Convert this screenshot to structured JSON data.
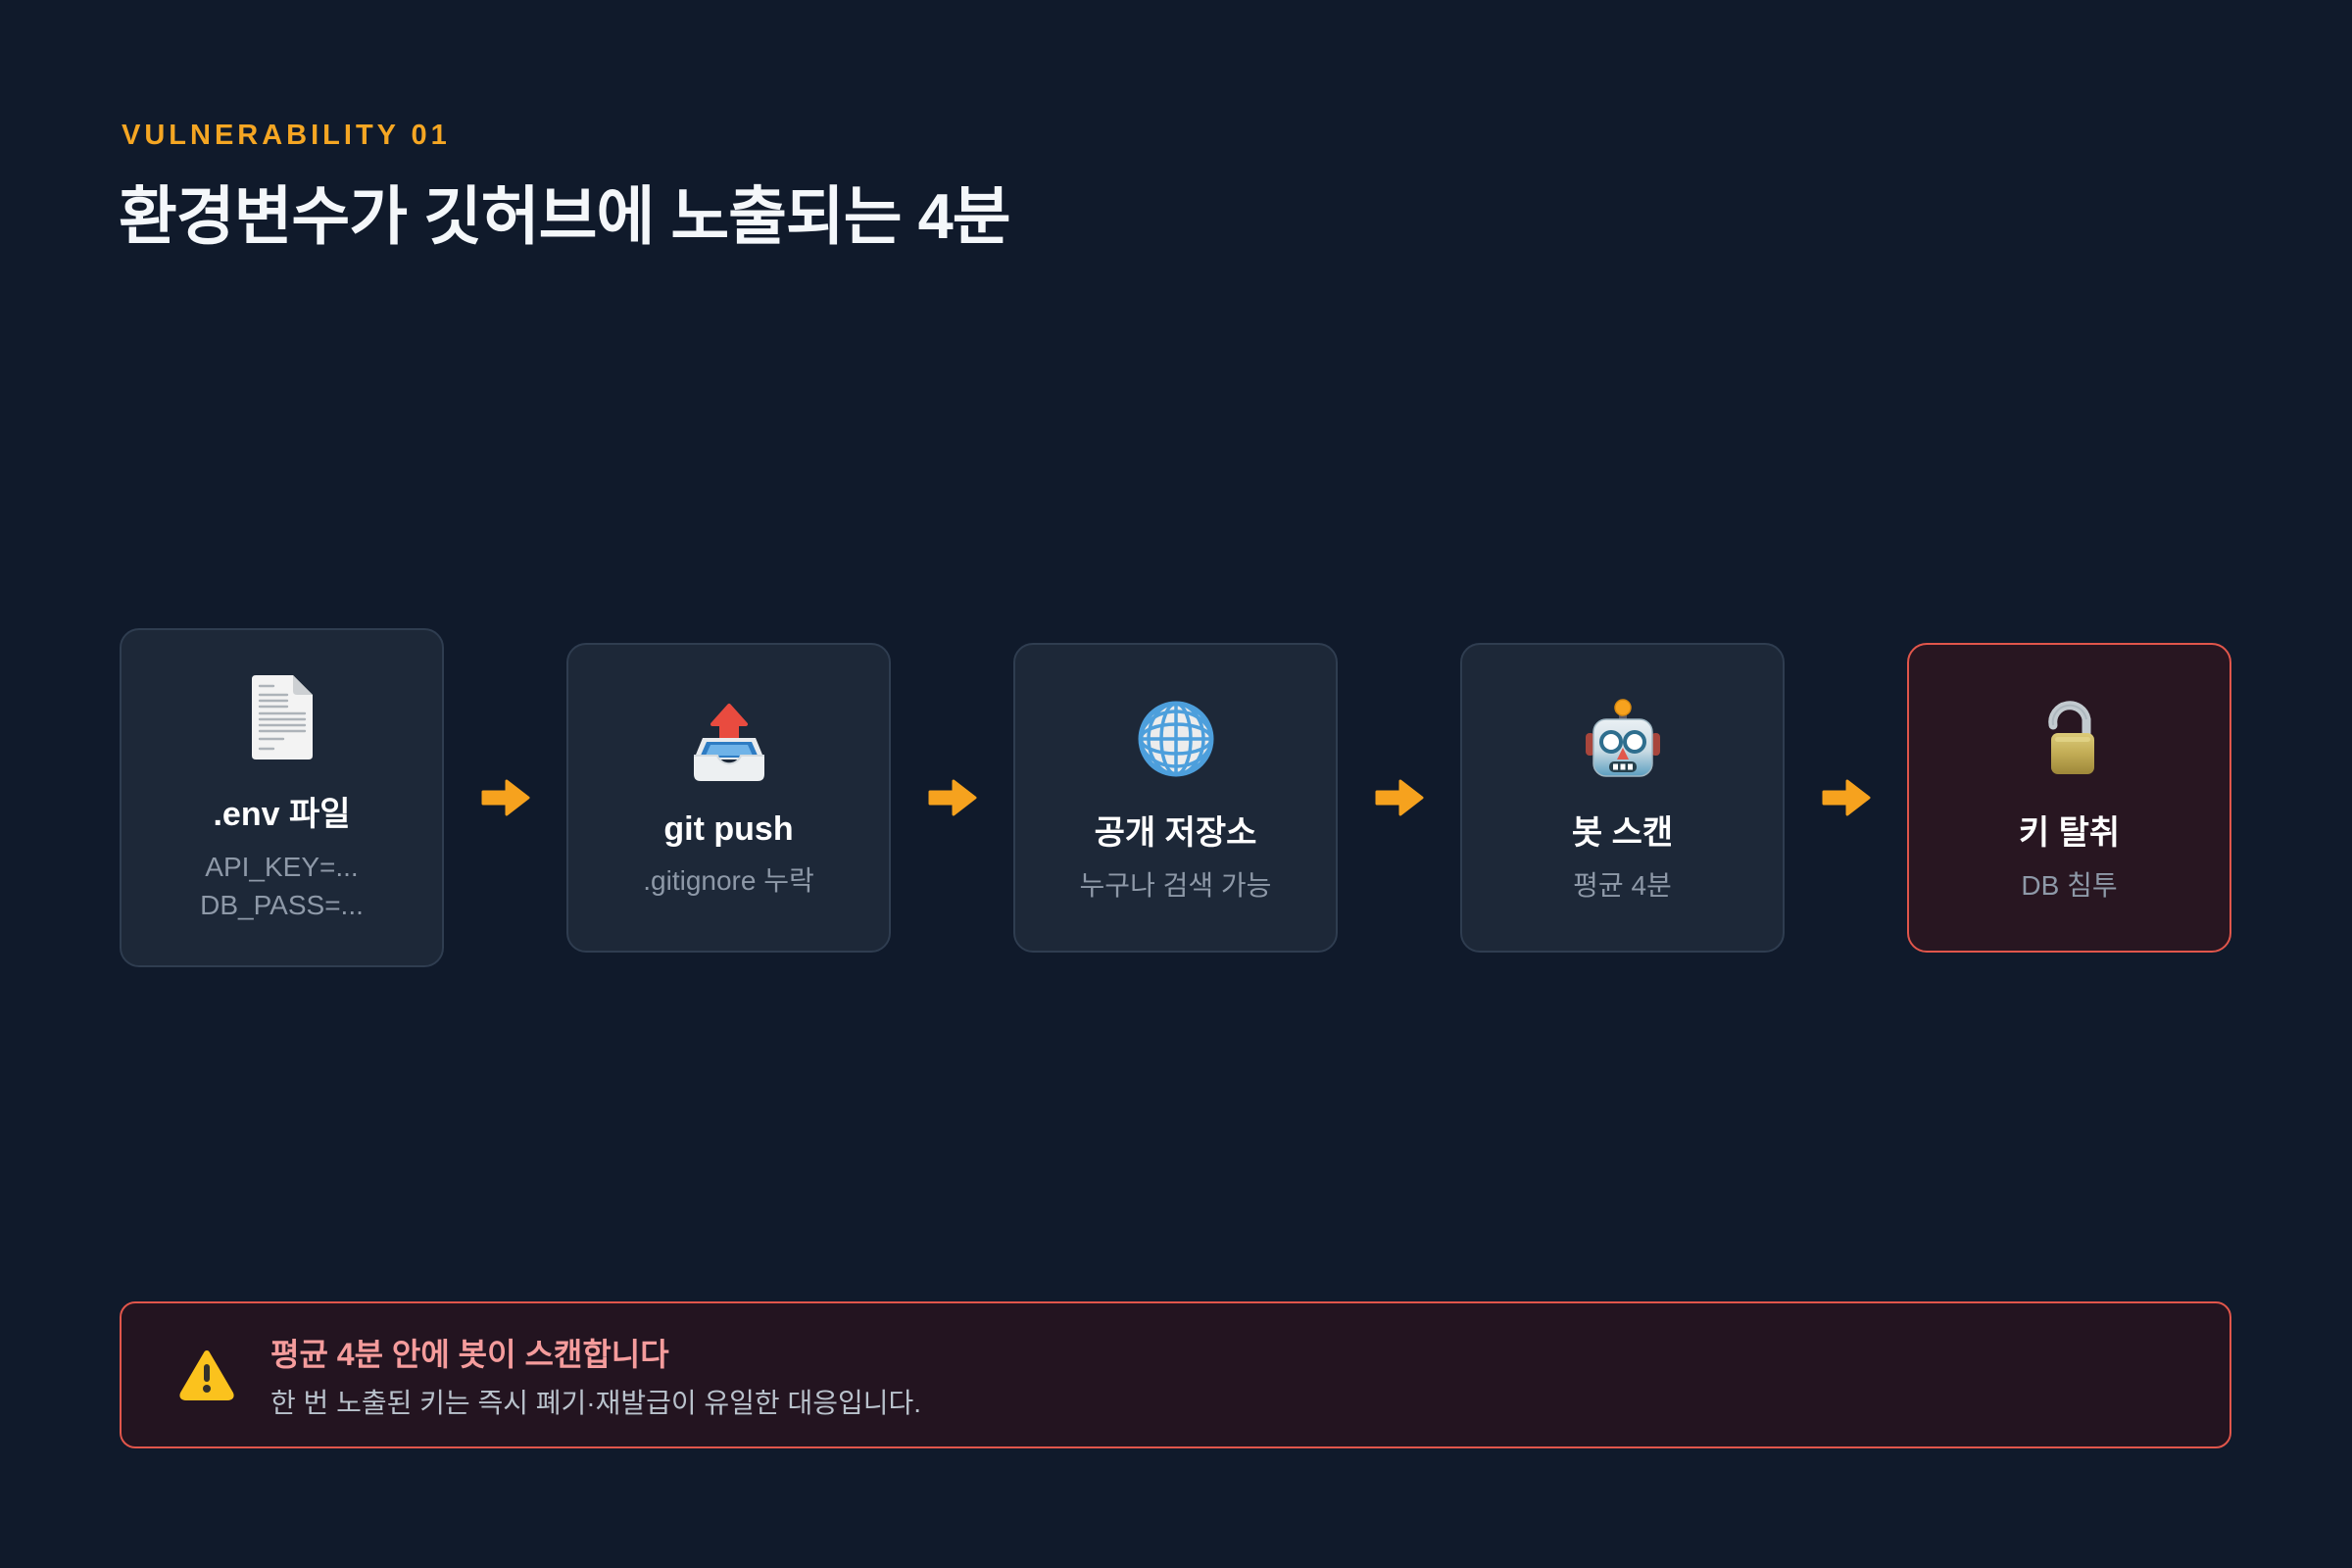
{
  "header": {
    "eyebrow": "VULNERABILITY 01",
    "title": "환경변수가 깃허브에 노출되는 4분"
  },
  "flow": {
    "steps": [
      {
        "icon": "document-icon",
        "title": ".env 파일",
        "lines": [
          "API_KEY=...",
          "DB_PASS=..."
        ],
        "highlighted": false
      },
      {
        "icon": "outbox-upload-icon",
        "title": "git push",
        "lines": [
          ".gitignore 누락"
        ],
        "highlighted": false
      },
      {
        "icon": "globe-icon",
        "title": "공개 저장소",
        "lines": [
          "누구나 검색 가능"
        ],
        "highlighted": false
      },
      {
        "icon": "robot-icon",
        "title": "봇 스캔",
        "lines": [
          "평균 4분"
        ],
        "highlighted": false
      },
      {
        "icon": "open-padlock-icon",
        "title": "키 탈취",
        "lines": [
          "DB 침투"
        ],
        "highlighted": true
      }
    ],
    "arrow_icon": "right-arrow-icon"
  },
  "alert": {
    "icon": "warning-icon",
    "title": "평균 4분 안에 봇이 스캔합니다",
    "description": "한 번 노출된 키는 즉시 폐기·재발급이 유일한 대응입니다."
  },
  "colors": {
    "background": "#101A2B",
    "card_background": "#1D2838",
    "card_border": "#2F3D50",
    "danger_card_background": "#281621",
    "danger_border": "#E1564B",
    "accent_orange": "#F5A623",
    "title_text": "#F4F7FA",
    "muted_text": "#8E99A8",
    "alert_background": "#231420",
    "alert_title_text": "#F59C9C",
    "alert_description_text": "#B9C2CC"
  }
}
